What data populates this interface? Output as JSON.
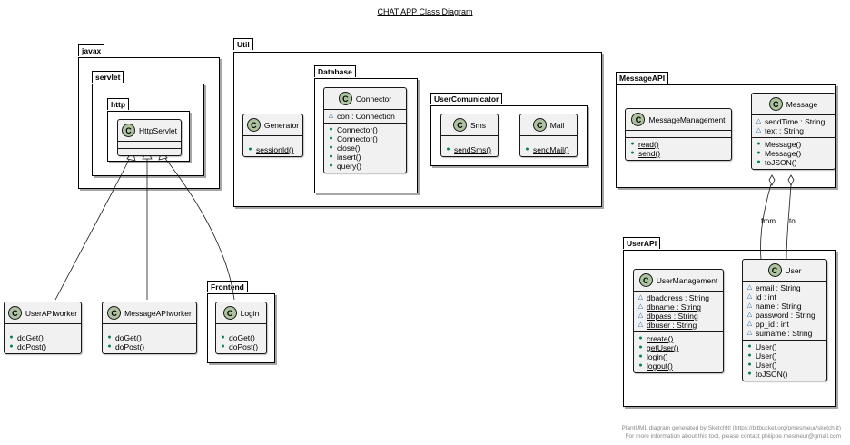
{
  "title": "CHAT APP Class Diagram",
  "packages": {
    "javax": "javax",
    "servlet": "servlet",
    "http": "http",
    "util": "Util",
    "database": "Database",
    "usercomunicator": "UserComunicator",
    "messageapi": "MessageAPI",
    "userapi": "UserAPI",
    "frontend": "Frontend"
  },
  "class_badge": "C",
  "classes": {
    "httpservlet": {
      "name": "HttpServlet"
    },
    "generator": {
      "name": "Generator",
      "methods": [
        "sessionId()"
      ]
    },
    "connector": {
      "name": "Connector",
      "fields": [
        "con : Connection"
      ],
      "methods": [
        "Connector()",
        "Connector()",
        "close()",
        "insert()",
        "query()"
      ]
    },
    "sms": {
      "name": "Sms",
      "methods": [
        "sendSms()"
      ]
    },
    "mail": {
      "name": "Mail",
      "methods": [
        "sendMail()"
      ]
    },
    "messagemanagement": {
      "name": "MessageManagement",
      "methods": [
        "read()",
        "send()"
      ]
    },
    "message": {
      "name": "Message",
      "fields": [
        "sendTime : String",
        "text : String"
      ],
      "methods": [
        "Message()",
        "Message()",
        "toJSON()"
      ]
    },
    "userapiworker": {
      "name": "UserAPIworker",
      "methods": [
        "doGet()",
        "doPost()"
      ]
    },
    "messageapiworker": {
      "name": "MessageAPIworker",
      "methods": [
        "doGet()",
        "doPost()"
      ]
    },
    "login": {
      "name": "Login",
      "methods": [
        "doGet()",
        "doPost()"
      ]
    },
    "usermanagement": {
      "name": "UserManagement",
      "fields": [
        "dbaddress : String",
        "dbname : String",
        "dbpass : String",
        "dbuser : String"
      ],
      "methods": [
        "create()",
        "getUser()",
        "login()",
        "logout()"
      ]
    },
    "user": {
      "name": "User",
      "fields": [
        "email : String",
        "id : int",
        "name : String",
        "password : String",
        "pp_id : int",
        "surname : String"
      ],
      "methods": [
        "User()",
        "User()",
        "User()",
        "toJSON()"
      ]
    }
  },
  "relations": {
    "from_label": "from",
    "to_label": "to"
  },
  "footer": {
    "line1": "PlantUML diagram generated by SketchIt! (https://bitbucket.org/pmesmeur/sketch.it)",
    "line2": "For more information about this tool, please contact philippe.mesmeur@gmail.com"
  },
  "colors": {
    "class_fill": "#f1f1f1",
    "badge_fill": "#adc3a0",
    "public_marker": "#038048",
    "package_marker": "#1963a0"
  }
}
